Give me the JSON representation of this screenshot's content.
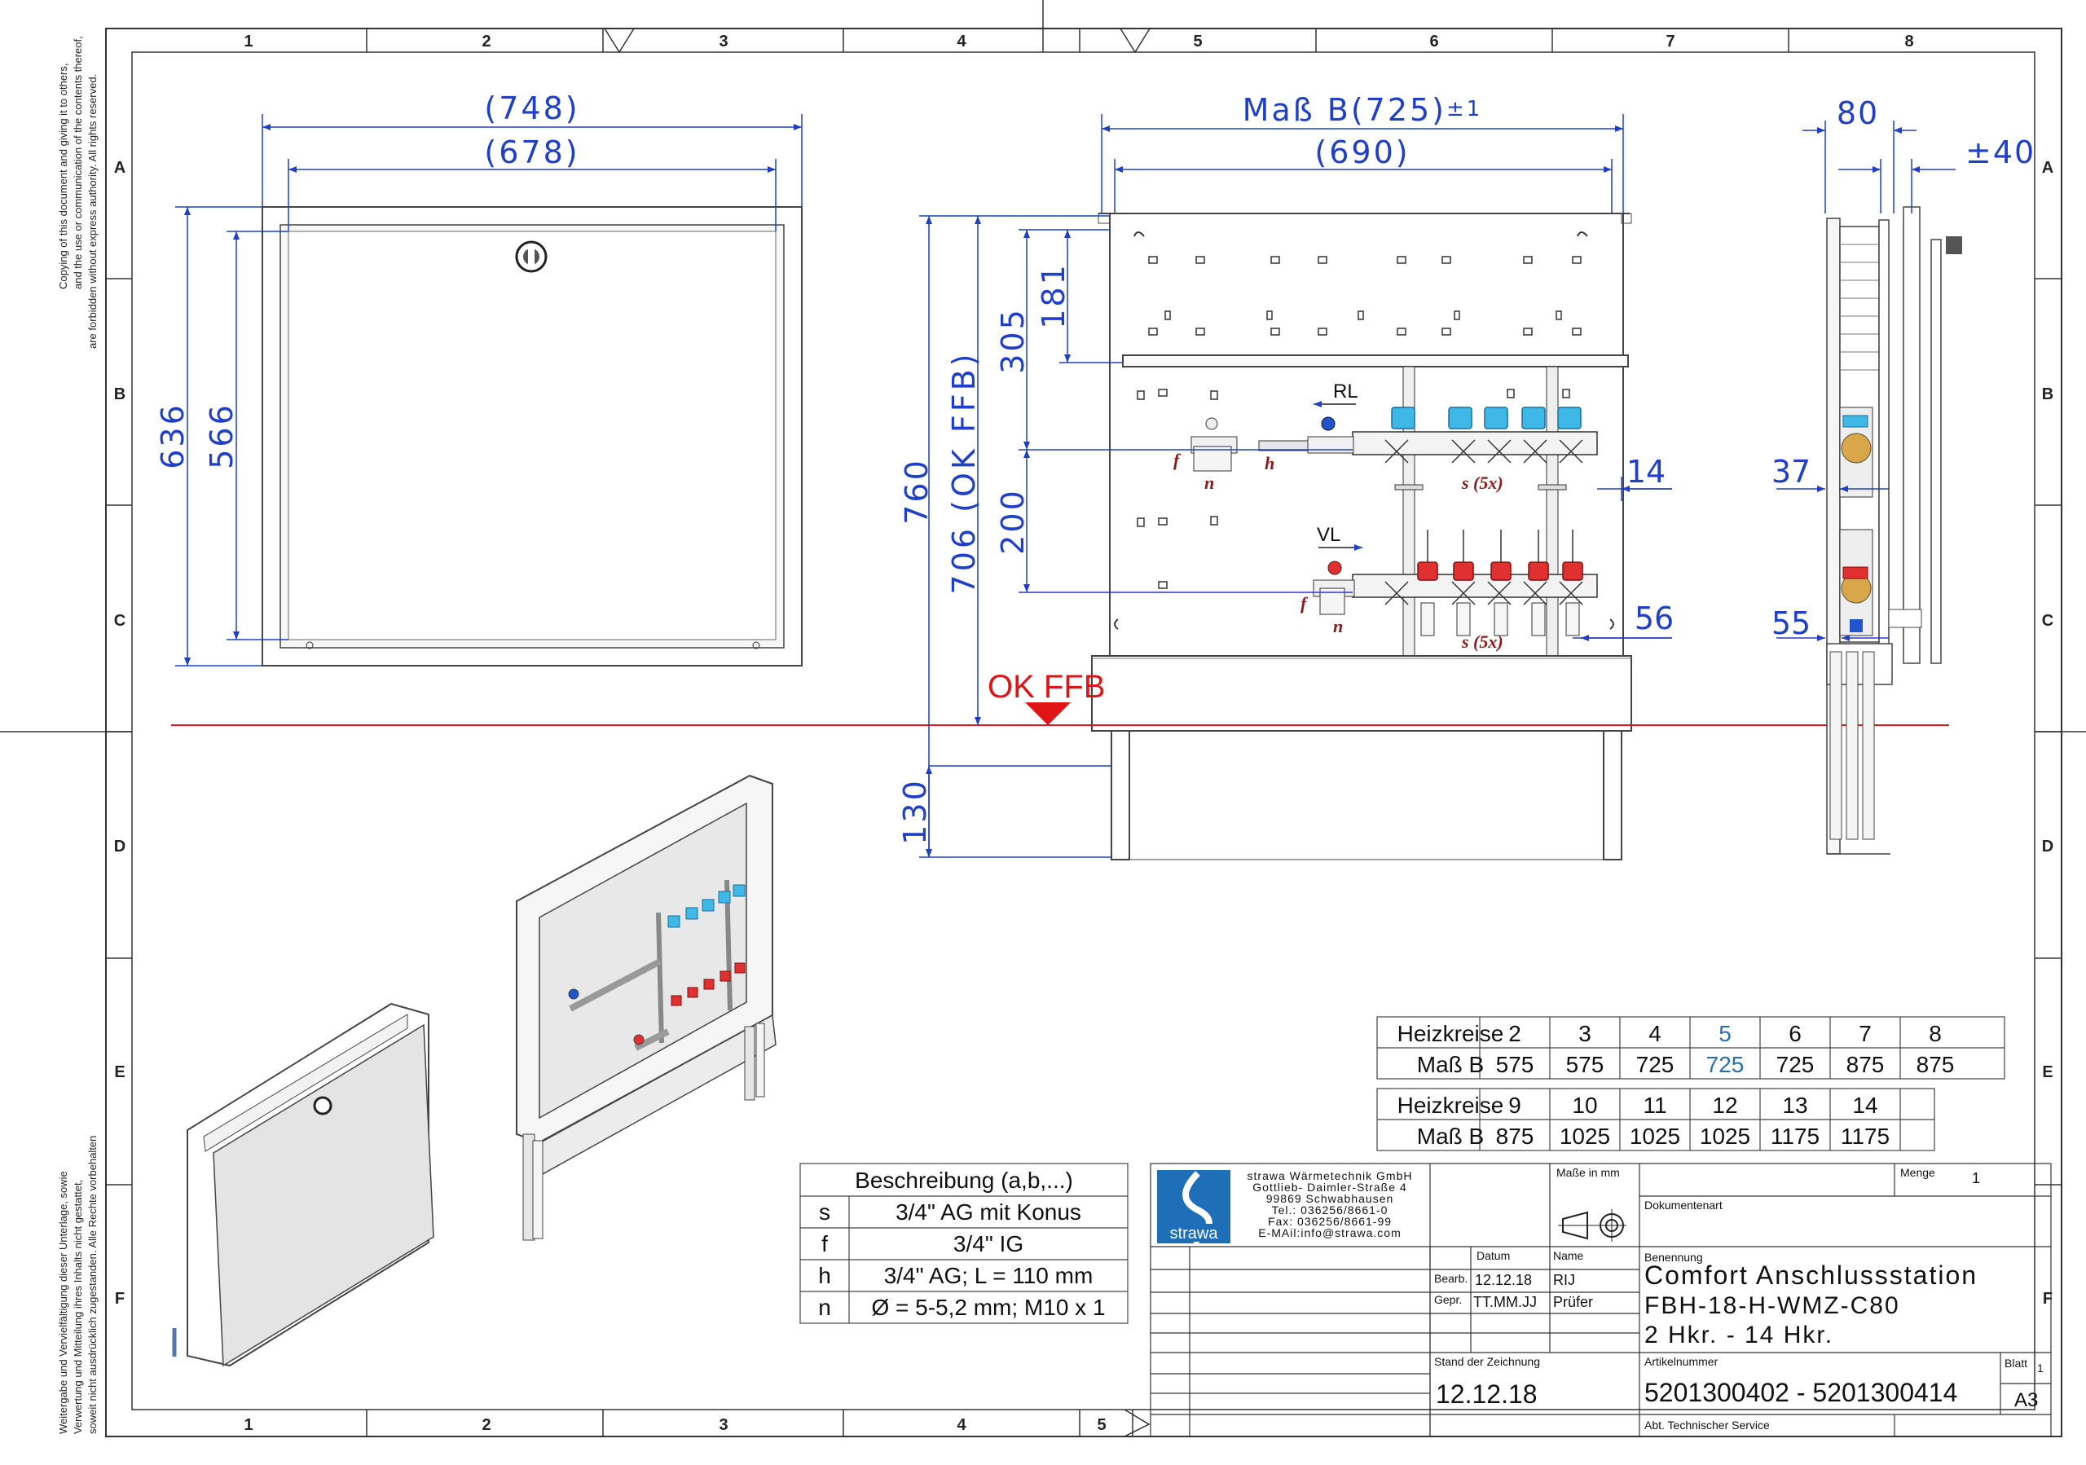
{
  "frame": {
    "col_numbers": [
      "1",
      "2",
      "3",
      "4",
      "5",
      "6",
      "7",
      "8"
    ],
    "bottom_col_numbers": [
      "1",
      "2",
      "3",
      "4",
      "5"
    ],
    "row_letters": [
      "A",
      "B",
      "C",
      "D",
      "E",
      "F"
    ]
  },
  "margin_notes": {
    "top_left": [
      "Copying of this document and giving it to others,",
      "and the use or communication of the contents thereof,",
      "are forbidden without express authority. All rights reserved."
    ],
    "bottom_left": [
      "Weitergabe und Vervielfältigung dieser Unterlage, sowie",
      "Verwertung und Mitteilung ihres Inhalts nicht gestattet,",
      "soweit nicht ausdrücklich zugestanden. Alle Rechte vorbehalten"
    ]
  },
  "front_view_left": {
    "dim_outer_width": "(748)",
    "dim_inner_width": "(678)",
    "dim_outer_height": "636",
    "dim_inner_height": "566"
  },
  "front_view_open": {
    "dim_mass_b": "Maß B(725)",
    "dim_tolerance": "±1",
    "dim_inner": "(690)",
    "dim_760": "760",
    "dim_706": "706 (OK FFB)",
    "dim_305": "305",
    "dim_181": "181",
    "dim_200": "200",
    "dim_130": "130",
    "dim_14": "14",
    "dim_56": "56",
    "label_rl": "RL",
    "label_vl": "VL",
    "ok_ffb": "OK FFB",
    "label_f": "f",
    "label_n": "n",
    "label_h": "h",
    "label_s5x": "s (5x)"
  },
  "side_view": {
    "dim_80": "80",
    "dim_40": "±40",
    "dim_37": "37",
    "dim_55": "55"
  },
  "heizkreise_table_1": {
    "row_label_1": "Heizkreise",
    "row_label_2": "Maß B",
    "heizkreise": [
      "2",
      "3",
      "4",
      "5",
      "6",
      "7",
      "8"
    ],
    "mass_b": [
      "575",
      "575",
      "725",
      "725",
      "725",
      "875",
      "875"
    ]
  },
  "heizkreise_table_2": {
    "row_label_1": "Heizkreise",
    "row_label_2": "Maß B",
    "heizkreise": [
      "9",
      "10",
      "11",
      "12",
      "13",
      "14"
    ],
    "mass_b": [
      "875",
      "1025",
      "1025",
      "1025",
      "1175",
      "1175"
    ]
  },
  "description_table": {
    "header": "Beschreibung (a,b,...)",
    "rows": [
      {
        "key": "s",
        "text": "3/4\" AG mit Konus"
      },
      {
        "key": "f",
        "text": "3/4\" IG"
      },
      {
        "key": "h",
        "text": "3/4\" AG; L = 110 mm"
      },
      {
        "key": "n",
        "text": "Ø = 5-5,2 mm; M10 x 1"
      }
    ]
  },
  "title_block": {
    "company_lines": [
      "strawa Wärmetechnik GmbH",
      "Gottlieb- Daimler-Straße 4",
      "99869 Schwabhausen",
      "Tel.: 036256/8661-0",
      "Fax: 036256/8661-99",
      "E-MAil:info@strawa.com"
    ],
    "logo_text": "strawa",
    "masse_in_mm": "Maße in mm",
    "menge_label": "Menge",
    "menge_value": "1",
    "dokumentenart_label": "Dokumentenart",
    "datum_label": "Datum",
    "name_label": "Name",
    "bearb_label": "Bearb.",
    "bearb_date": "12.12.18",
    "bearb_name": "RIJ",
    "gepr_label": "Gepr.",
    "gepr_date": "TT.MM.JJ",
    "gepr_name": "Prüfer",
    "benennung_label": "Benennung",
    "title_line1": "Comfort Anschlussstation",
    "title_line2": "FBH-18-H-WMZ-C80",
    "title_line3": "2 Hkr. - 14 Hkr.",
    "stand_label": "Stand der Zeichnung",
    "stand_value": "12.12.18",
    "artikel_label": "Artikelnummer",
    "artikel_value": "5201300402 - 5201300414",
    "blatt_label": "Blatt",
    "blatt_value": "1",
    "format_value": "A3",
    "abt_label": "Abt. Technischer Service"
  },
  "colors": {
    "dimension_blue": "#1f3fc8",
    "floor_line_red": "#e01414",
    "highlight_blue": "#2a6fb0",
    "valve_cyan": "#3fb8e8",
    "valve_red": "#e03030",
    "logo_blue": "#1e6fb8"
  }
}
